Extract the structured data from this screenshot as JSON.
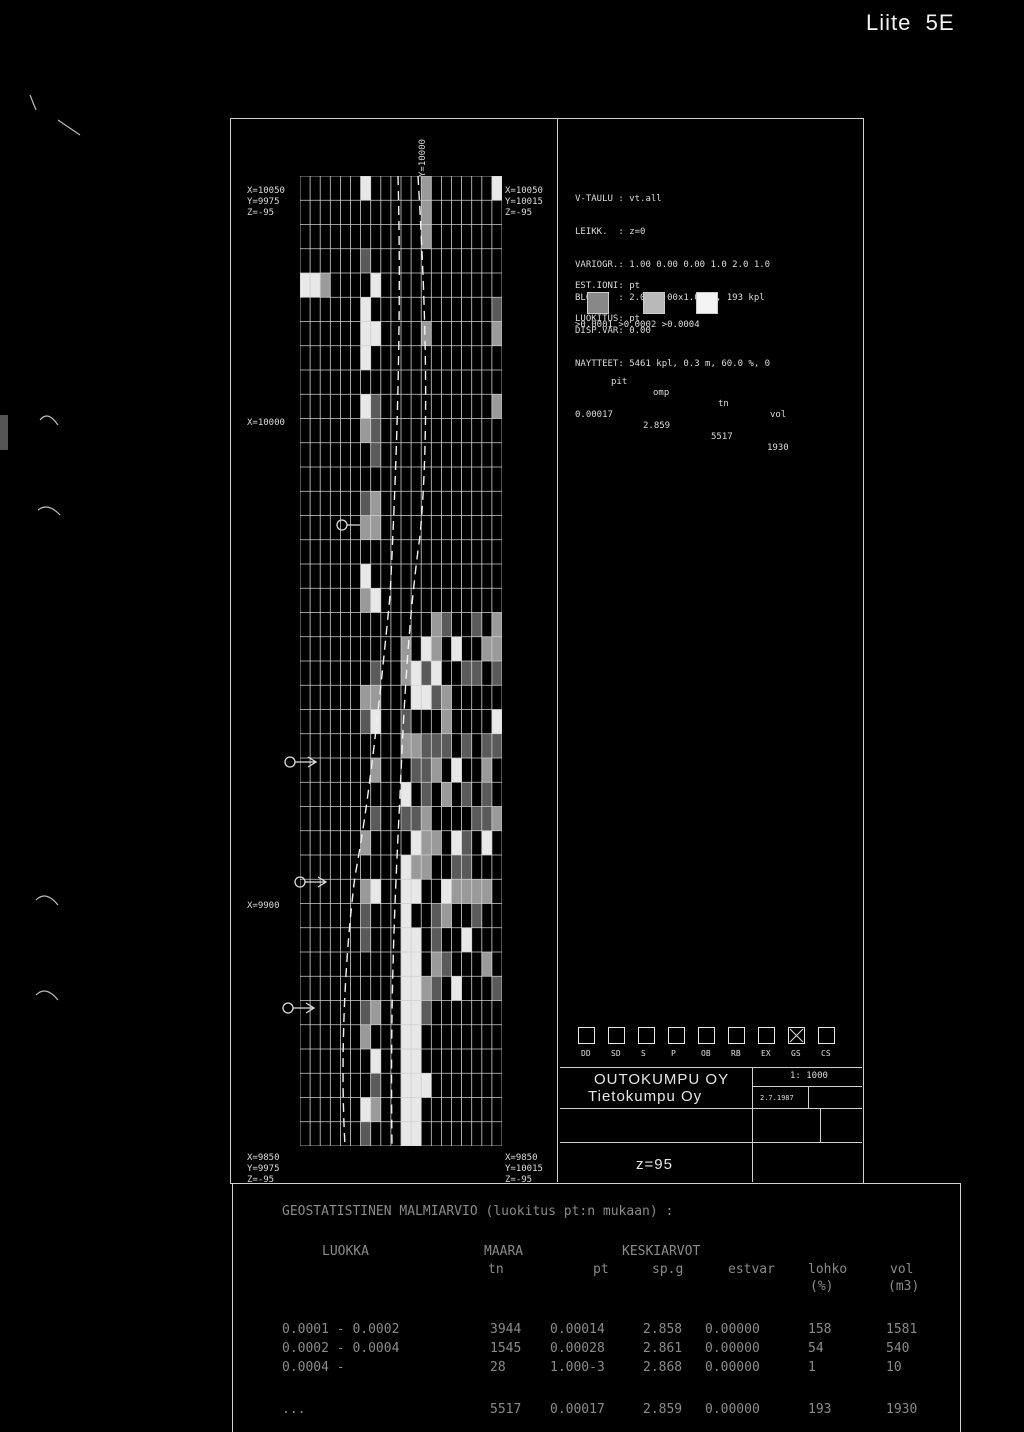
{
  "appendix": "Liite  5E",
  "corners": {
    "tl": [
      "X=10050",
      "Y=9975",
      "Z=-95"
    ],
    "tr": [
      "X=10050",
      "Y=10015",
      "Z=-95"
    ],
    "bl": [
      "X=9850",
      "Y=9975",
      "Z=-95"
    ],
    "br": [
      "X=9850",
      "Y=10015",
      "Z=-95"
    ]
  },
  "axis": {
    "top": "Y=10000",
    "left_mid": "X=10000",
    "left_low": "X=9900"
  },
  "params": [
    {
      "k": "V-TAULU :",
      "v": "vt.all"
    },
    {
      "k": "LEIKK.  :",
      "v": "z=0"
    },
    {
      "k": "VARIOGR.:",
      "v": "1.00 0.00 0.00 1.0 2.0 1.0"
    },
    {
      "k": "BLOKKI  :",
      "v": "2.00x5.00x1.00 m, 193 kpl"
    },
    {
      "k": "DISP.VAR:",
      "v": "0.00"
    },
    {
      "k": "NAYTTEET:",
      "v": "5461 kpl, 0.3 m, 60.0 %, 0"
    }
  ],
  "est": [
    {
      "k": "EST.IONI:",
      "v": "pt"
    },
    {
      "k": "LUOKITUS:",
      "v": "pt"
    }
  ],
  "legend_labels": ">0.0001 >0.0002 >0.0004",
  "summary": {
    "headers": [
      "pit",
      "omp",
      "tn",
      "vol"
    ],
    "values": [
      "0.00017",
      "2.859",
      "5517",
      "1930"
    ]
  },
  "codes": [
    "DD",
    "SD",
    "S",
    "P",
    "OB",
    "RB",
    "EX",
    "GS",
    "CS"
  ],
  "checked_code": "GS",
  "title_block": {
    "company": "OUTOKUMPU OY",
    "dept": "Tietokumpu Oy",
    "scale": "1: 1000",
    "date": "2.7.1987",
    "level": "z=95"
  },
  "bottom": {
    "title": "GEOSTATISTINEN MALMIARVIO (luokitus pt:n mukaan) :",
    "h1": [
      "LUOKKA",
      "MAARA",
      "KESKIARVOT"
    ],
    "h2": [
      "tn",
      "pt",
      "sp.g",
      "estvar",
      "lohko",
      "vol"
    ],
    "h3": [
      "(%)",
      "(m3)"
    ],
    "rows": [
      [
        "0.0001 - 0.0002",
        "3944",
        "0.00014",
        "2.858",
        "0.00000",
        "158",
        "1581"
      ],
      [
        "0.0002 - 0.0004",
        "1545",
        "0.00028",
        "2.861",
        "0.00000",
        "54",
        "540"
      ],
      [
        "0.0004 -",
        "28",
        "1.000-3",
        "2.868",
        "0.00000",
        "1",
        "10"
      ]
    ],
    "total": [
      "...",
      "5517",
      "0.00017",
      "2.859",
      "0.00000",
      "193",
      "1930"
    ]
  }
}
